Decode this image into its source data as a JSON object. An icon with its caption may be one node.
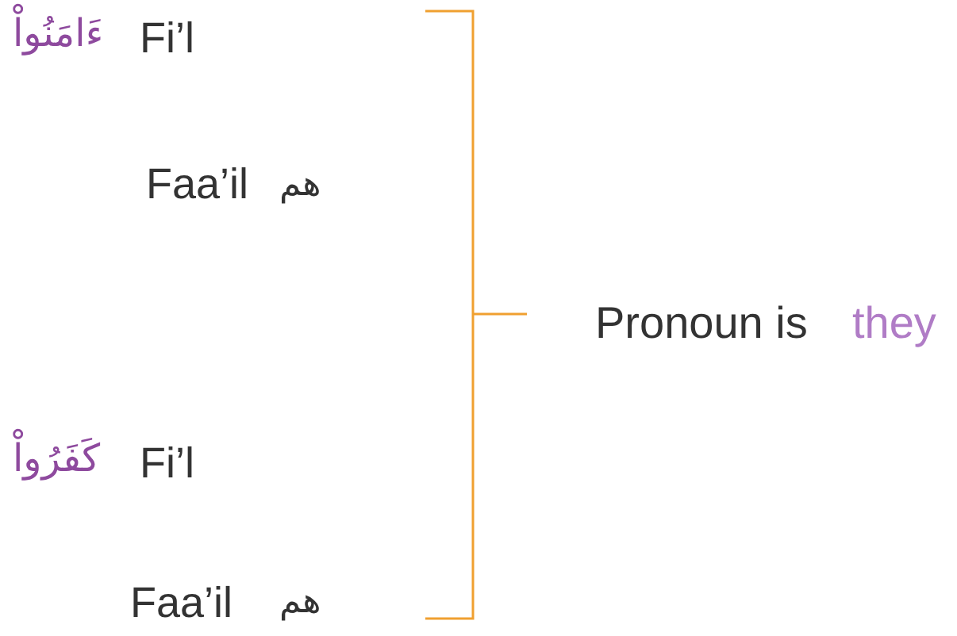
{
  "diagram": {
    "labels": [
      "ءَامَنُواْ",
      "Fi’l",
      "Faa’il",
      "هم",
      "Pronoun is",
      "they",
      "كَفَرُواْ",
      "Fi’l",
      "Faa’il",
      "هم"
    ]
  }
}
